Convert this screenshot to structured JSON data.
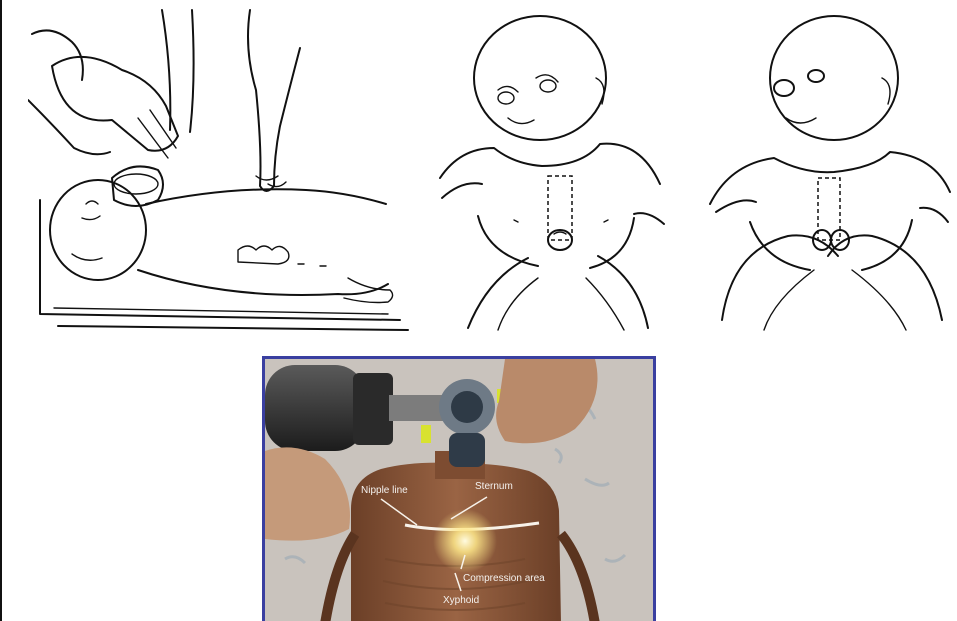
{
  "figures": {
    "cpr_drawing": {
      "subject": "infant CPR with bag-mask ventilation and two-finger chest compression"
    },
    "baby_two_finger": {
      "subject": "infant chest with dashed sternum outline, two-finger compression"
    },
    "baby_two_thumb": {
      "subject": "infant chest with dashed sternum outline, two-thumb encircling hands compression"
    }
  },
  "photo": {
    "labels": {
      "nipple_line": "Nipple line",
      "sternum": "Sternum",
      "compression_area": "Compression area",
      "xyphoid": "Xyphoid"
    },
    "colors": {
      "border": "#3a3fa0",
      "skin": "#8a5a3c",
      "background": "#c9c3bd",
      "glow": "#fff6b0"
    }
  }
}
